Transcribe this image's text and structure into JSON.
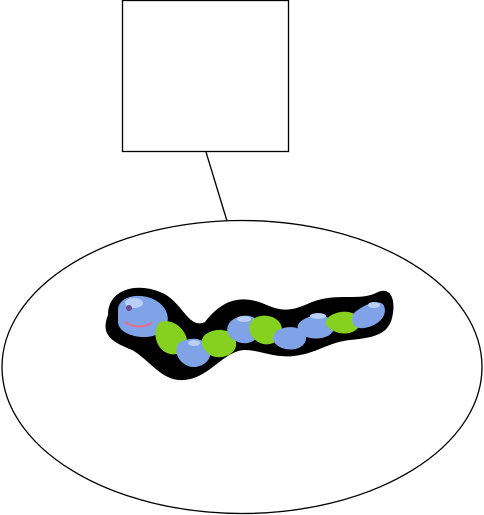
{
  "diagram": {
    "node_top": {
      "shape": "rectangle",
      "label": ""
    },
    "node_bottom": {
      "shape": "ellipse",
      "contains": "worm-illustration"
    },
    "edges": [
      {
        "from": "node_top",
        "to": "node_bottom"
      }
    ],
    "colors": {
      "stroke": "#000000",
      "fill": "#ffffff",
      "worm_outline": "#000000",
      "worm_blue": "#7fa3e6",
      "worm_blue_light": "#b9cff5",
      "worm_green": "#86d11f",
      "worm_mouth": "#e86f8a",
      "worm_eye": "#6a4c93"
    }
  }
}
